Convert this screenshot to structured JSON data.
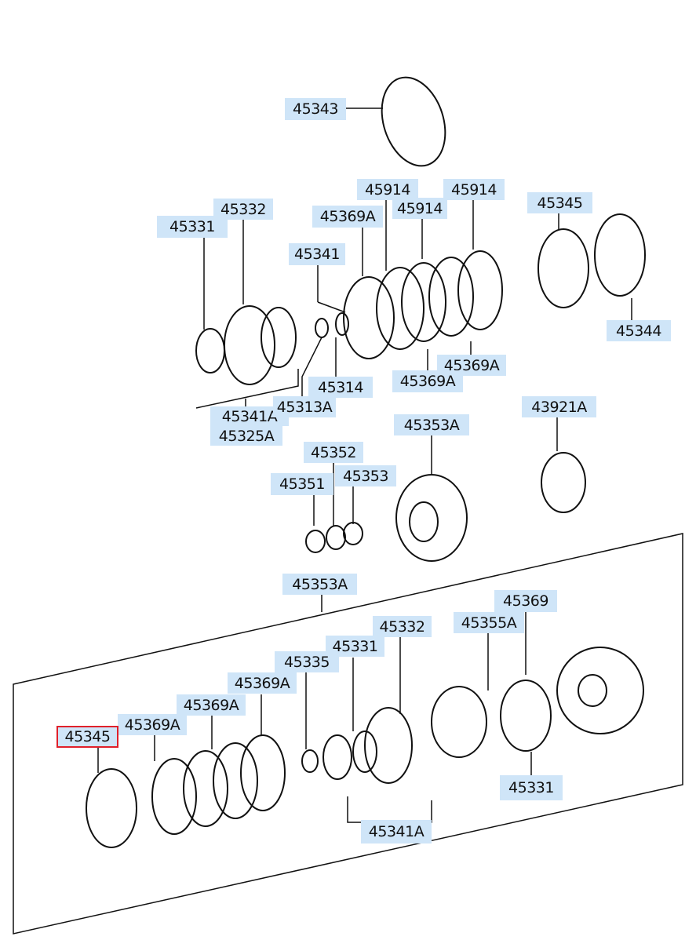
{
  "diagram": {
    "highlight_color": "#e0202a",
    "label_background": "#cfe5f8",
    "labels": [
      {
        "text": "45343"
      },
      {
        "text": "45914"
      },
      {
        "text": "45914"
      },
      {
        "text": "45332"
      },
      {
        "text": "45345"
      },
      {
        "text": "45369A"
      },
      {
        "text": "45914"
      },
      {
        "text": "45331"
      },
      {
        "text": "45341"
      },
      {
        "text": "45344"
      },
      {
        "text": "45369A"
      },
      {
        "text": "45314"
      },
      {
        "text": "45369A"
      },
      {
        "text": "45341A"
      },
      {
        "text": "43921A"
      },
      {
        "text": "45313A"
      },
      {
        "text": "45353A"
      },
      {
        "text": "45325A"
      },
      {
        "text": "45352"
      },
      {
        "text": "45353"
      },
      {
        "text": "45351"
      },
      {
        "text": "45353A"
      },
      {
        "text": "45369"
      },
      {
        "text": "45332"
      },
      {
        "text": "45355A"
      },
      {
        "text": "45331"
      },
      {
        "text": "45335"
      },
      {
        "text": "45369A"
      },
      {
        "text": "45369A"
      },
      {
        "text": "45369A"
      },
      {
        "text": "45345",
        "selected": true
      },
      {
        "text": "45331"
      },
      {
        "text": "45341A"
      }
    ]
  }
}
